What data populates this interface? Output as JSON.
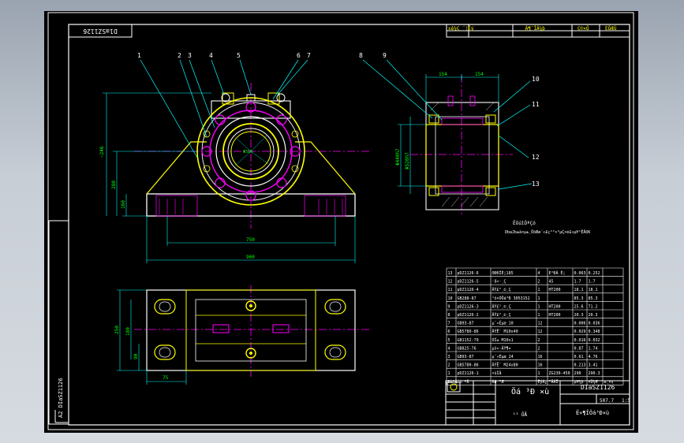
{
  "drawing": {
    "code_stamp": "D1aSZ1126",
    "side_stamp": "A2 DIaSZ1126",
    "callouts": [
      "1",
      "2",
      "3",
      "4",
      "5",
      "6",
      "7",
      "8",
      "9",
      "10",
      "11",
      "12",
      "13"
    ],
    "dims": {
      "d246": "~246",
      "d280": "280",
      "d160": "160",
      "d750": "750",
      "d900": "900",
      "d154a": "154",
      "d154b": "154",
      "dphi": "Φ440h7",
      "dphi2": "Φ520h7",
      "d250": "250",
      "d180": "180",
      "d90": "90",
      "d75": "75",
      "center": "Φ310"
    },
    "notes": {
      "line1": "ÊõúîÒªÇó",
      "line2": "DbaJb±à×µ±¸ÖöÆø´«£ç°²×°µÇ×é£»µ¥¹ÊÄOK"
    },
    "top_table": [
      "±ê¼Ç ´¦Êý",
      "¸Ä¶¯ÎÄ¼þ",
      "Ç©×Ö",
      "ÈÕÆÚ"
    ],
    "bom": [
      [
        "13",
        "pDZ1126-6",
        "OÐÐÎÈ¦185",
        "4",
        "E²ÐÃ È¦",
        "0.063",
        "0.252"
      ],
      [
        "12",
        "pDZ1126-5",
        "·â»·¸Ç",
        "2",
        "45",
        "1.7",
        "1.7"
      ],
      [
        "11",
        "pDZ1126-4",
        "ÂÝ£²¸©¸Ç",
        "1",
        "HT200",
        "18.1",
        "18.1"
      ],
      [
        "10",
        "GB288-87",
        "¹ö×ÓÖá³Ð 3053152",
        "1",
        "",
        "85.3",
        "85.3"
      ],
      [
        "9",
        "pDZ1126-3",
        "ÂÝ£²¸©¸Ç",
        "1",
        "HT200",
        "25.6",
        "71.2"
      ],
      [
        "8",
        "pDZ1126-2",
        "ÂÝ£²¸©¸Ç",
        "1",
        "HT200",
        "20.3",
        "20.3"
      ],
      [
        "7",
        "GB93-87",
        "µ¯»Éµæ 10",
        "12",
        "",
        "0.006",
        "0.036"
      ],
      [
        "6",
        "GB5780-86",
        "ÂÝË¨ M10x40",
        "12",
        "",
        "0.029",
        "0.348"
      ],
      [
        "5",
        "GB1152-79",
        "ÓÍ±­ M10x1",
        "2",
        "",
        "0.016",
        "0.032"
      ],
      [
        "4",
        "GB825-76",
        "µõ»·ÂÝ¶¤",
        "2",
        "",
        "0.87",
        "1.74"
      ],
      [
        "3",
        "GB93-87",
        "µ¯»Éµæ 24",
        "16",
        "",
        "0.61",
        "4.76"
      ],
      [
        "2",
        "GB5780-86",
        "ÂÝË¨ M24x80",
        "16",
        "",
        "0.213",
        "3.41"
      ],
      [
        "1",
        "pDZ1126-1",
        "×ùÌå",
        "1",
        "ZG230-450",
        "290",
        "290.3"
      ]
    ],
    "bom_header": [
      "ÐòºÅ",
      "´ú ºÅ",
      "Ãû ³Æ",
      "ÊýÁ¿",
      "²ÄÁÏ",
      "µ¥¼þ",
      "×Ü¼Æ",
      "±¸×¢"
    ],
    "title_name": "Öá ³Ð ×ù",
    "title_code": "DIaSZ1126",
    "title_weight": "507.7",
    "title_scale": "1:5",
    "title_sheet": "¹² ÕÅ",
    "title_company": "Ë«¶ÎÖá³Ð×ù"
  }
}
